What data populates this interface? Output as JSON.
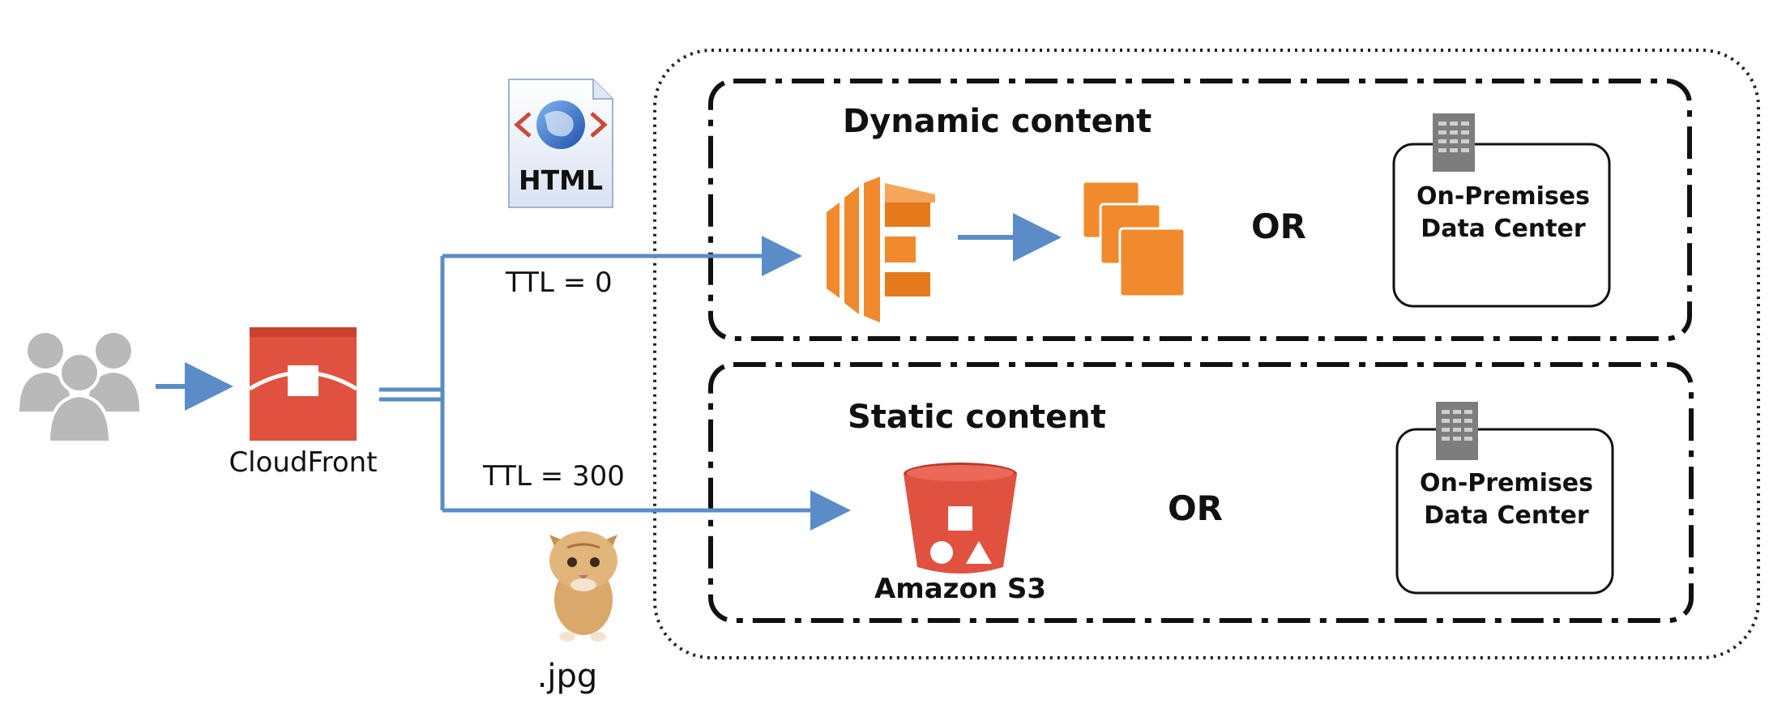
{
  "labels": {
    "cloudfront": "CloudFront",
    "ttl_dynamic": "TTL = 0",
    "ttl_static": "TTL = 300",
    "dynamic_title": "Dynamic content",
    "static_title": "Static content",
    "or_dynamic": "OR",
    "or_static": "OR",
    "onprem_dynamic_line1": "On-Premises",
    "onprem_dynamic_line2": "Data Center",
    "onprem_static_line1": "On-Premises",
    "onprem_static_line2": "Data Center",
    "s3": "Amazon S3",
    "jpg": ".jpg",
    "html_badge": "HTML"
  },
  "colors": {
    "arrow": "#5b8cc7",
    "cloudfront": "#e0523f",
    "elb": "#f08a2c",
    "ec2": "#f08a2c",
    "s3": "#e0523f",
    "users": "#b9b9b9",
    "server": "#7d7d7d",
    "text": "#111111"
  },
  "icons": [
    "users-icon",
    "cloudfront-icon",
    "html-file-icon",
    "load-balancer-icon",
    "ec2-instances-icon",
    "server-icon",
    "s3-bucket-icon",
    "kitten-image-icon"
  ]
}
